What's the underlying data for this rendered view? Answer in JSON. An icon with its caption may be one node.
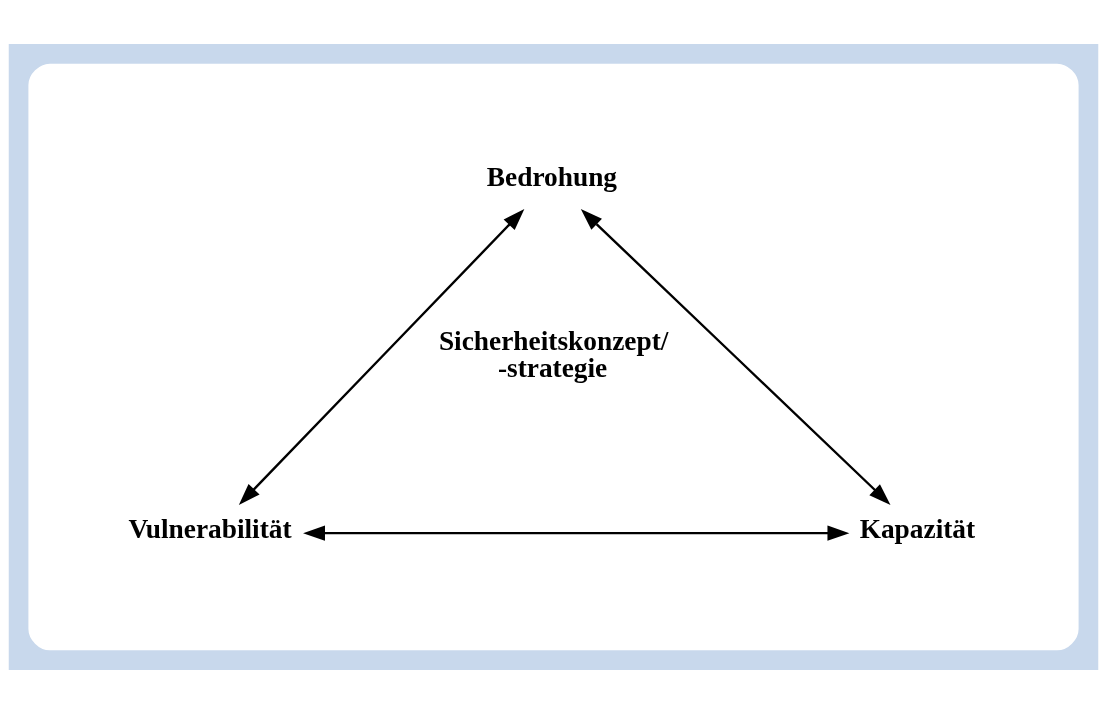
{
  "diagram": {
    "nodes": [
      {
        "text": [],
        "shape": "ellipse"
      },
      {
        "text": [
          "Bedrohung"
        ],
        "in": 0
      },
      {
        "text": [
          "Sicherheitskonzept/ -strategie"
        ],
        "in": 0
      },
      {
        "text": [
          "Vulnerabilität"
        ],
        "in": 0
      },
      {
        "text": [
          "Kapazität"
        ],
        "in": 0
      }
    ],
    "edges": [
      {
        "from": 1,
        "to": 3,
        "arrow": "both"
      },
      {
        "from": 1,
        "to": 4,
        "arrow": "both"
      },
      {
        "from": 3,
        "to": 4,
        "arrow": "both"
      }
    ]
  }
}
